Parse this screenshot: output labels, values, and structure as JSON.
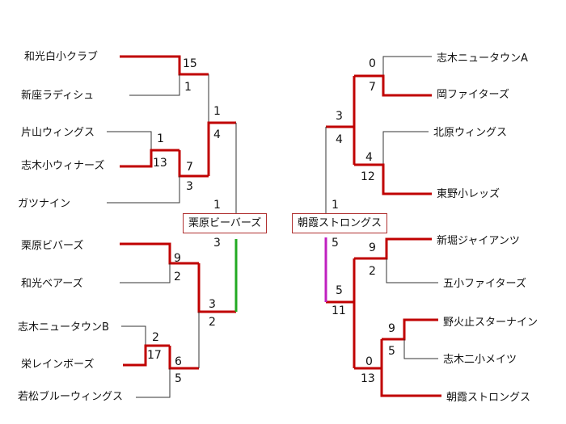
{
  "colors": {
    "winner_line": "#c00000",
    "loser_line": "#333333",
    "final_left": "#22aa22",
    "final_right": "#c020c0",
    "finalist_border": "#b03030"
  },
  "left_teams": [
    "和光白小クラブ",
    "新座ラディシュ",
    "片山ウィングス",
    "志木小ウィナーズ",
    "ガツナイン",
    "栗原ビバーズ",
    "和光ベアーズ",
    "志木ニュータウンB",
    "栄レインボーズ",
    "若松ブルーウィングス"
  ],
  "right_teams": [
    "志木ニュータウンA",
    "岡ファイターズ",
    "北原ウィングス",
    "東野小レッズ",
    "新堀ジャイアンツ",
    "五小ファイターズ",
    "野火止スターナイン",
    "志木二小メイツ",
    "朝霞ストロングス"
  ],
  "finalists": {
    "left": "栗原ビーバーズ",
    "right": "朝霞ストロングス"
  },
  "scores": {
    "l1": "15",
    "l2": "1",
    "l3": "1",
    "l4": "13",
    "l5": "7",
    "l6": "3",
    "l7": "1",
    "l8": "4",
    "l9": "1",
    "l10": "3",
    "l11": "9",
    "l12": "2",
    "l13": "2",
    "l14": "17",
    "l15": "6",
    "l16": "5",
    "l17": "3",
    "l18": "2",
    "r1": "0",
    "r2": "7",
    "r3": "4",
    "r4": "12",
    "r5": "3",
    "r6": "4",
    "r7": "1",
    "r8": "5",
    "r9": "9",
    "r10": "2",
    "r11": "5",
    "r12": "11",
    "r13": "9",
    "r14": "5",
    "r15": "0",
    "r16": "13"
  }
}
